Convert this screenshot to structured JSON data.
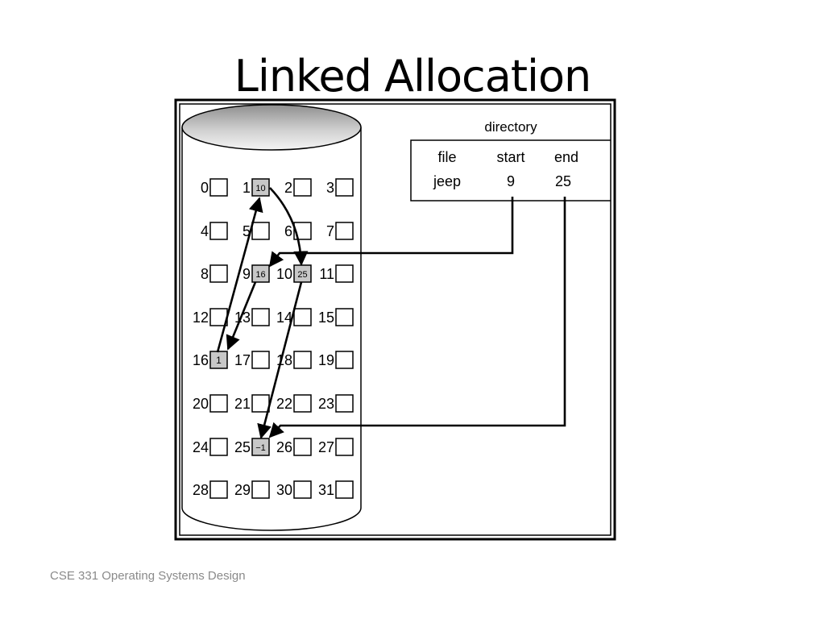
{
  "slide": {
    "title": "Linked Allocation",
    "footer": "CSE 331 Operating Systems Design"
  },
  "directory": {
    "label": "directory",
    "columns": [
      "file",
      "start",
      "end"
    ],
    "row": {
      "file": "jeep",
      "start": "9",
      "end": "25"
    }
  },
  "disk": {
    "blocks": [
      "0",
      "1",
      "2",
      "3",
      "4",
      "5",
      "6",
      "7",
      "8",
      "9",
      "10",
      "11",
      "12",
      "13",
      "14",
      "15",
      "16",
      "17",
      "18",
      "19",
      "20",
      "21",
      "22",
      "23",
      "24",
      "25",
      "26",
      "27",
      "28",
      "29",
      "30",
      "31"
    ],
    "linked_values": {
      "1": "10",
      "9": "16",
      "10": "25",
      "16": "1",
      "25": "−1"
    },
    "chain": [
      "9",
      "16",
      "1",
      "10",
      "25"
    ]
  },
  "colors": {
    "filled_block": "#c8c8c8",
    "outline": "#000000",
    "footer_text": "#8a8a8a"
  }
}
